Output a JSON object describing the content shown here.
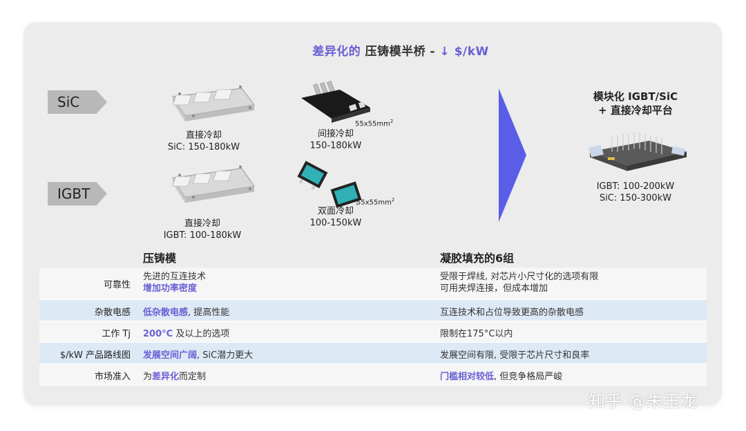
{
  "title": {
    "highlight": "差异化的",
    "main": "压铸模半桥 -",
    "arrow": "↓ $/kW"
  },
  "tags": {
    "sic": "SiC",
    "igbt": "IGBT"
  },
  "modules": {
    "sic_direct": {
      "line1": "直接冷却",
      "line2": "SiC: 150-180kW"
    },
    "sic_indirect": {
      "line1": "间接冷却",
      "line2": "150-180kW",
      "size": "55x55mm",
      "sup": "2"
    },
    "igbt_direct": {
      "line1": "直接冷却",
      "line2": "IGBT: 100-180kW"
    },
    "igbt_double": {
      "line1": "双面冷却",
      "line2": "100-150kW",
      "size": "55x55mm",
      "sup": "2"
    }
  },
  "right": {
    "head1": "模块化 IGBT/SiC",
    "head2": "+ 直接冷却平台",
    "cap1": "IGBT: 100-200kW",
    "cap2": "SiC: 150-300kW"
  },
  "sections": {
    "left": "压铸模",
    "right": "凝胶填充的6组"
  },
  "table": {
    "rows": [
      {
        "label": "可靠性",
        "c1_l1": "先进的互连技术",
        "c1_l2": "增加功率密度",
        "c2_l1": "受限于焊线, 对芯片小尺寸化的选项有限",
        "c2_l2": "可用夹焊连接，但成本增加"
      },
      {
        "label": "杂散电感",
        "c1_hl": "低杂散电感",
        "c1_rest": ", 提高性能",
        "c2": "互连技术和占位导致更高的杂散电感"
      },
      {
        "label": "工作 Tj",
        "c1_hl": "200°C",
        "c1_rest": " 及以上的选项",
        "c2": "限制在175°C以内"
      },
      {
        "label": "$/kW 产品路线图",
        "c1_hl": "发展空间广阔",
        "c1_rest": ", SiC潜力更大",
        "c2": "发展空间有限, 受限于芯片尺寸和良率"
      },
      {
        "label": "市场准入",
        "c1_pre": "为",
        "c1_hl": "差异化",
        "c1_rest": "而定制",
        "c2_hl": "门槛相对较低",
        "c2_rest": ", 但竞争格局严峻"
      }
    ]
  },
  "watermark": "知乎 @朱玉龙",
  "colors": {
    "accent": "#6a5fd4",
    "arrow": "#5a5ee6",
    "row_blue": "#dde9f5"
  }
}
